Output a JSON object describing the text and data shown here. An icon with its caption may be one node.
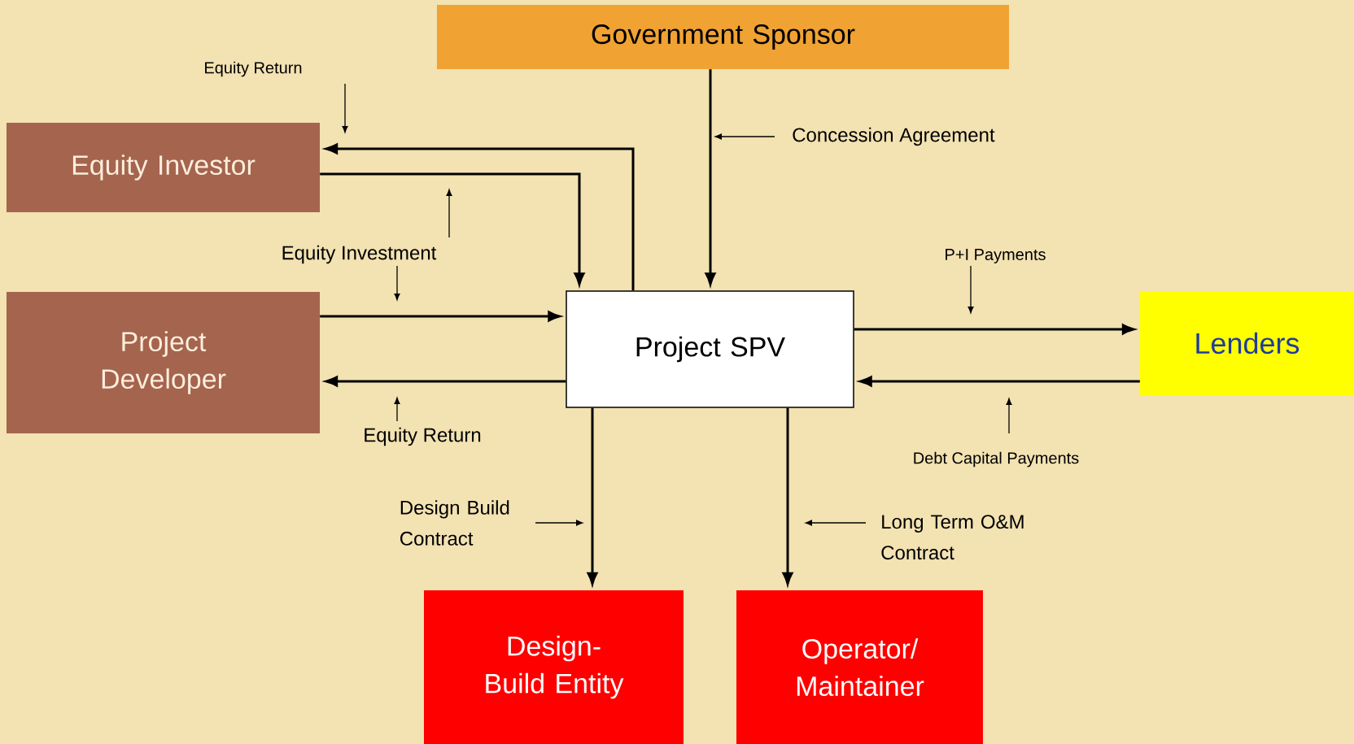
{
  "diagram": {
    "nodes": [
      {
        "text": [
          "Government Sponsor"
        ]
      },
      {
        "text": [
          "Equity Investor"
        ]
      },
      {
        "text": [
          "Project Developer"
        ]
      },
      {
        "text": [
          "Project SPV"
        ]
      },
      {
        "text": [
          "Lenders"
        ]
      },
      {
        "text": [
          "Design-Build Entity"
        ]
      },
      {
        "text": [
          "Operator/ Maintainer"
        ]
      }
    ],
    "edges": [
      {
        "from": 0,
        "to": 3,
        "arrow": "to",
        "label": "Concession Agreement"
      },
      {
        "from": 1,
        "to": 3,
        "arrow": "to",
        "label": "Equity Investment"
      },
      {
        "from": 3,
        "to": 1,
        "arrow": "to",
        "label": "Equity Return"
      },
      {
        "from": 2,
        "to": 3,
        "arrow": "to"
      },
      {
        "from": 3,
        "to": 2,
        "arrow": "to",
        "label": "Equity Return"
      },
      {
        "from": 3,
        "to": 4,
        "arrow": "to",
        "label": "P+I Payments"
      },
      {
        "from": 4,
        "to": 3,
        "arrow": "to",
        "label": "Debt Capital Payments"
      },
      {
        "from": 3,
        "to": 5,
        "arrow": "to",
        "label": "Design Build Contract"
      },
      {
        "from": 3,
        "to": 6,
        "arrow": "to",
        "label": "Long Term O&M Contract"
      }
    ]
  }
}
